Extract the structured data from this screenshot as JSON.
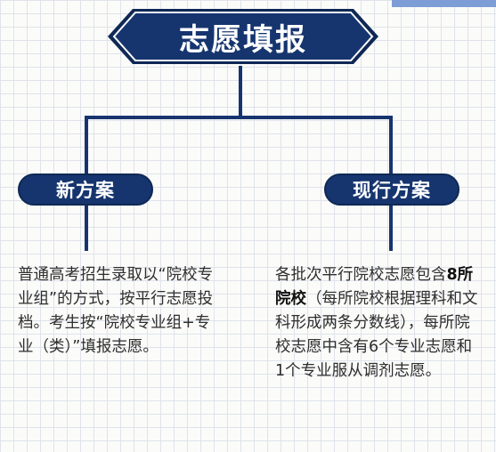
{
  "title": "志愿填报",
  "left": {
    "label": "新方案",
    "text": "普通高考招生录取以“院校专业组”的方式，按平行志愿投档。考生按“院校专业组+专业（类）”填报志愿。"
  },
  "right": {
    "label": "现行方案",
    "text_pre": "各批次平行院校志愿包含",
    "text_bold": "8所院校",
    "text_post": "（每所院校根据理科和文科形成两条分数线），每所院校志愿中含有6个专业志愿和1个专业服从调剂志愿。"
  },
  "colors": {
    "navy": "#16356f",
    "grid": "#dfe3ea",
    "accent": "#7d9dd6"
  }
}
